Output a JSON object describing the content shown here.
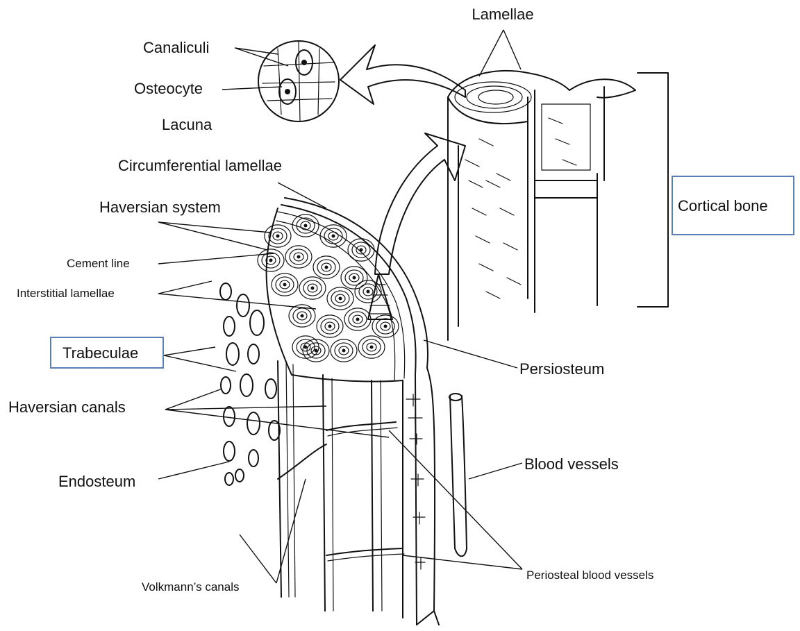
{
  "labels": {
    "lamellae": "Lamellae",
    "canaliculi": "Canaliculi",
    "osteocyte": "Osteocyte",
    "lacuna": "Lacuna",
    "circumferential_lamellae": "Circumferential lamellae",
    "haversian_system": "Haversian system",
    "cement_line": "Cement line",
    "interstitial_lamellae": "Interstitial lamellae",
    "trabeculae": "Trabeculae",
    "haversian_canals": "Haversian canals",
    "endosteum": "Endosteum",
    "volkmanns_canals": "Volkmann’s canals",
    "cortical_bone": "Cortical bone",
    "persiosteum": "Persiosteum",
    "blood_vessels": "Blood vessels",
    "periosteal_blood_vessels": "Periosteal blood vessels"
  },
  "colors": {
    "ink": "#111111",
    "highlight_box": "#5b7fb0",
    "background": "#ffffff"
  }
}
